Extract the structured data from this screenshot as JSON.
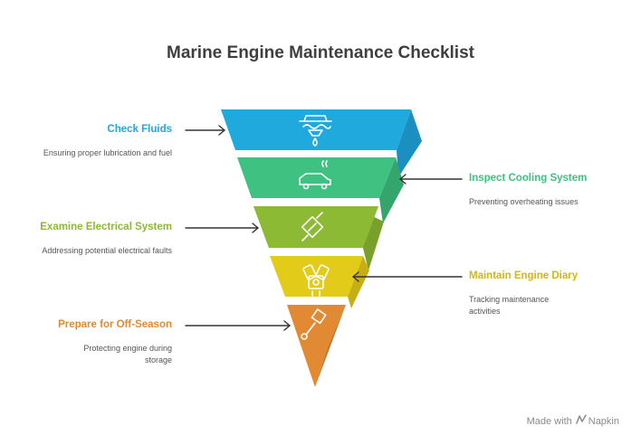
{
  "title": "Marine Engine Maintenance Checklist",
  "colors": {
    "blue": "#1fa9dd",
    "blue_side": "#1a8fc0",
    "green": "#3fc281",
    "green_side": "#34a56d",
    "lime": "#8dba34",
    "lime_side": "#78a02b",
    "yellow": "#e3cb1a",
    "yellow_side": "#c5af14",
    "orange": "#e18a33",
    "orange_side": "#c6772a",
    "arrow": "#333333"
  },
  "steps": [
    {
      "label": "Check Fluids",
      "description": "Ensuring proper lubrication and fuel",
      "color": "#1fa9dd",
      "icon": "oil-drop-icon",
      "side": "left"
    },
    {
      "label": "Inspect Cooling System",
      "description": "Preventing overheating issues",
      "color": "#3fc281",
      "icon": "car-steam-icon",
      "side": "right"
    },
    {
      "label": "Examine Electrical System",
      "description": "Addressing potential electrical faults",
      "color": "#8dba34",
      "icon": "wire-connector-icon",
      "side": "left"
    },
    {
      "label": "Maintain Engine Diary",
      "description": "Tracking maintenance activities",
      "color": "#e3cb1a",
      "icon": "engine-icon",
      "side": "right"
    },
    {
      "label": "Prepare for Off-Season",
      "description": "Protecting engine during storage",
      "color": "#e18a33",
      "icon": "piston-icon",
      "side": "left"
    }
  ],
  "footer": {
    "made_with": "Made with",
    "brand": "Napkin"
  }
}
